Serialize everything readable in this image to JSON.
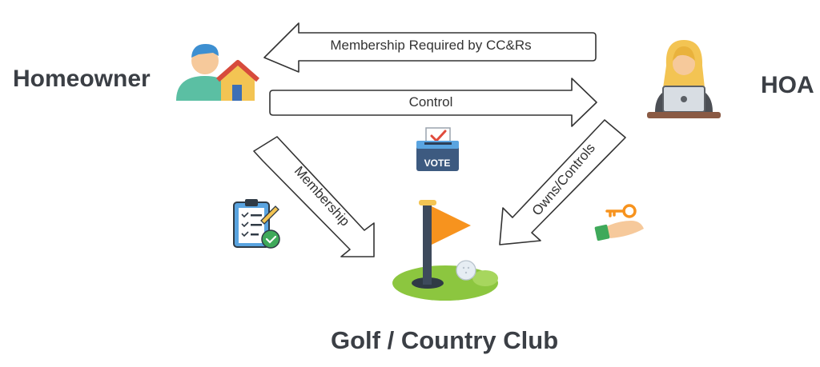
{
  "nodes": {
    "homeowner": "Homeowner",
    "hoa": "HOA",
    "club": "Golf / Country Club"
  },
  "arrows": {
    "membership_required": "Membership Required by CC&Rs",
    "control": "Control",
    "membership": "Membership",
    "owns_controls": "Owns/Controls"
  },
  "icons": {
    "vote_box_text": "VOTE"
  },
  "colors": {
    "label_text": "#3b3f45",
    "arrow_stroke": "#333333",
    "flag": "#f7931e",
    "grass": "#8cc63f",
    "vote_box": "#3d5a80"
  }
}
